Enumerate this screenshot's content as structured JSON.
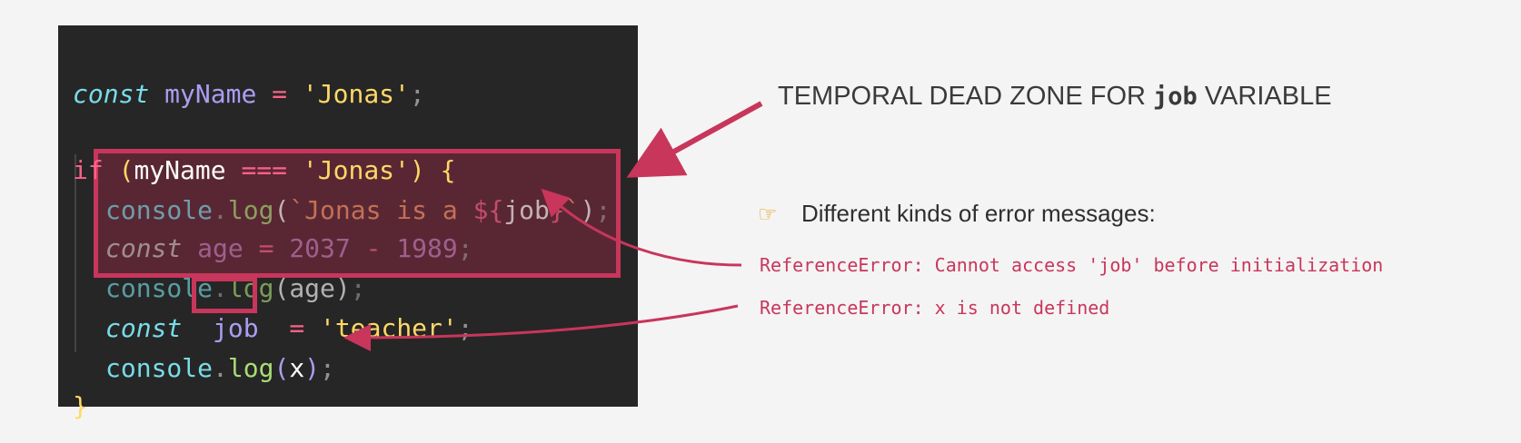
{
  "code": {
    "line1": {
      "kw": "const",
      "name": "myName",
      "eq": "=",
      "str": "'Jonas'",
      "semi": ";"
    },
    "line2": {
      "kw": "if",
      "open": "(",
      "name": "myName",
      "op": "===",
      "str": "'Jonas'",
      "close": ")",
      "brace": "{"
    },
    "line3": {
      "obj": "console",
      "dot": ".",
      "fn": "log",
      "open": "(",
      "tpl_start": "`Jonas is a ",
      "interp_open": "${",
      "var": "job",
      "interp_close": "}",
      "tpl_end": "`",
      "close": ")",
      "semi": ";"
    },
    "line4": {
      "kw": "const",
      "name": "age",
      "eq": "=",
      "n1": "2037",
      "minus": "-",
      "n2": "1989",
      "semi": ";"
    },
    "line5": {
      "obj": "console",
      "dot": ".",
      "fn": "log",
      "open": "(",
      "var": "age",
      "close": ")",
      "semi": ";"
    },
    "line6": {
      "kw": "const",
      "name": "job",
      "eq": "=",
      "str": "'teacher'",
      "semi": ";"
    },
    "line7": {
      "obj": "console",
      "dot": ".",
      "fn": "log",
      "open": "(",
      "var": "x",
      "close": ")",
      "semi": ";"
    },
    "line8": {
      "brace": "}"
    }
  },
  "annotations": {
    "heading_prefix": "TEMPORAL DEAD ZONE FOR ",
    "heading_code": "job",
    "heading_suffix": " VARIABLE",
    "bullet_icon": "pointing-hand-icon",
    "bullet_text": "Different kinds of error messages:",
    "error1": "ReferenceError: Cannot access 'job' before initialization",
    "error2": "ReferenceError: x is not defined"
  },
  "colors": {
    "accent": "#c8365b",
    "editor_bg": "#262626",
    "page_bg": "#f4f4f4"
  }
}
